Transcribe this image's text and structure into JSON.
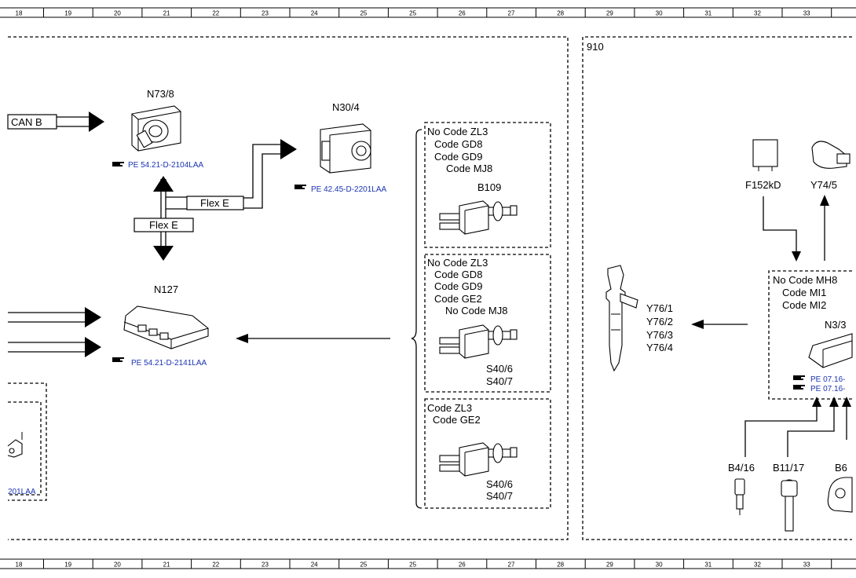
{
  "ruler": {
    "top_cols": [
      "18",
      "19",
      "20",
      "21",
      "22",
      "23",
      "24",
      "25",
      "25",
      "26",
      "27",
      "28",
      "29",
      "30",
      "31",
      "32",
      "33"
    ],
    "bottom_cols": [
      "18",
      "19",
      "20",
      "21",
      "22",
      "23",
      "24",
      "25",
      "25",
      "26",
      "27",
      "28",
      "29",
      "30",
      "31",
      "32",
      "33"
    ]
  },
  "section_label": "910",
  "components": {
    "n73_8": {
      "label": "N73/8",
      "ref": "PE 54.21-D-2104LAA"
    },
    "n30_4": {
      "label": "N30/4",
      "ref": "PE 42.45-D-2201LAA"
    },
    "n127": {
      "label": "N127",
      "ref": "PE 54.21-D-2141LAA"
    },
    "left_ref": "201LAA",
    "can_b": "CAN B",
    "flex_e_top": "Flex E",
    "flex_e_bottom": "Flex E"
  },
  "variants": [
    {
      "lines": [
        "No Code ZL3",
        "Code GD8",
        "Code GD9",
        "Code MJ8"
      ],
      "parts": [
        "B109"
      ]
    },
    {
      "lines": [
        "No Code ZL3",
        "Code GD8",
        "Code GD9",
        "Code GE2",
        "No Code MJ8"
      ],
      "parts": [
        "S40/6",
        "S40/7"
      ]
    },
    {
      "lines": [
        "Code ZL3",
        "Code GE2"
      ],
      "parts": [
        "S40/6",
        "S40/7"
      ]
    }
  ],
  "right": {
    "injectors": [
      "Y76/1",
      "Y76/2",
      "Y76/3",
      "Y76/4"
    ],
    "f152kd": "F152kD",
    "y74_5": "Y74/5",
    "n3_box_lines": [
      "No Code MH8",
      "Code MI1",
      "Code MI2"
    ],
    "n3_label": "N3/3",
    "n3_refs": [
      "PE 07.16-",
      "PE 07.16-"
    ],
    "sensors": [
      "B4/16",
      "B11/17",
      "B6"
    ]
  },
  "icons": [
    "manual-reference-icon"
  ]
}
